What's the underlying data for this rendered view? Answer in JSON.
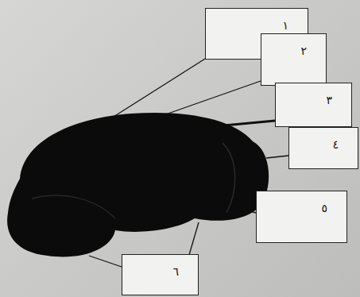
{
  "diagram": {
    "nodes": [
      {
        "text": [
          "١"
        ]
      },
      {
        "text": [
          "٢"
        ]
      },
      {
        "text": [
          "٣"
        ]
      },
      {
        "text": [
          "٤"
        ]
      },
      {
        "text": [
          "٥"
        ]
      },
      {
        "text": [
          "٦"
        ]
      }
    ]
  }
}
